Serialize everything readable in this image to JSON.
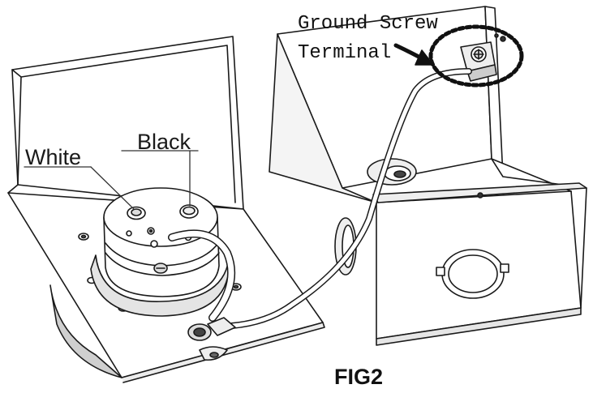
{
  "labels": {
    "white": "White",
    "black": "Black",
    "ground_line1": "Ground Screw",
    "ground_line2": "Terminal",
    "figure": "FIG2"
  },
  "colors": {
    "line": "#1a1a1a",
    "fill": "#ffffff",
    "shade": "#e8e8e8",
    "dark": "#555555"
  }
}
